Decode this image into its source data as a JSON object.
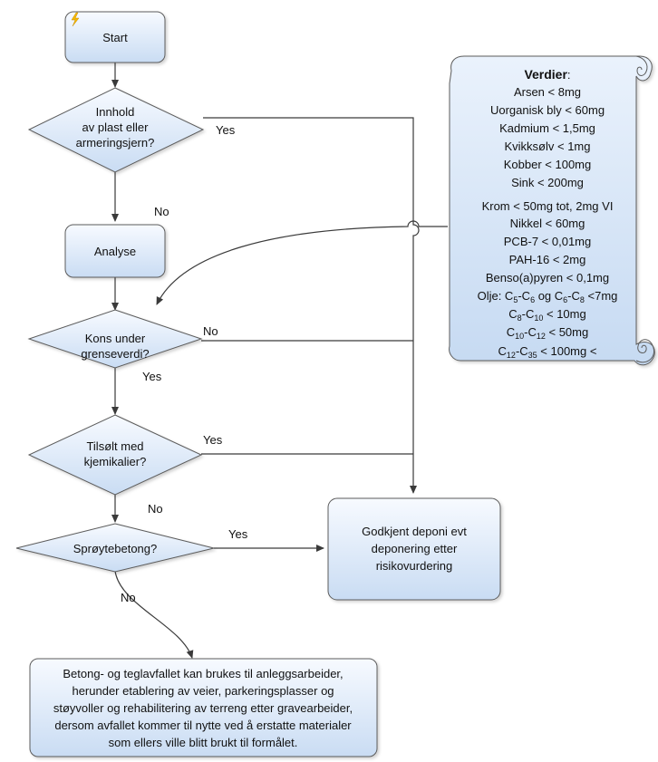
{
  "colors": {
    "shape_fill_top": "#f7faff",
    "shape_fill_bottom": "#c9dcf3",
    "shape_stroke": "#5c5c5c",
    "connector": "#3a3a3a",
    "start_icon": "#f5b800"
  },
  "nodes": {
    "start": {
      "label": "Start",
      "icon": "lightning-icon"
    },
    "plast": {
      "lines": [
        "Innhold",
        "av plast eller",
        "armeringsjern?"
      ]
    },
    "analyse": {
      "label": "Analyse"
    },
    "kons": {
      "lines": [
        "Kons under",
        "grenseverdi?"
      ]
    },
    "tilsolt": {
      "lines": [
        "Tilsølt med",
        "kjemikalier?"
      ]
    },
    "sproyte": {
      "label": "Sprøytebetong?"
    },
    "godkjent": {
      "lines": [
        "Godkjent deponi evt",
        "deponering etter",
        "risikovurdering"
      ]
    },
    "bottom": {
      "lines": [
        "Betong- og teglavfallet kan brukes til anleggsarbeider,",
        "herunder etablering av veier, parkeringsplasser og",
        "støyvoller og rehabilitering av terreng etter gravearbeider,",
        "dersom avfallet kommer til nytte ved å erstatte materialer",
        "som ellers ville blitt brukt til formålet."
      ]
    }
  },
  "edges": {
    "plast_yes": "Yes",
    "plast_no": "No",
    "kons_no": "No",
    "kons_yes": "Yes",
    "tilsolt_yes": "Yes",
    "tilsolt_no": "No",
    "sproyte_yes": "Yes",
    "sproyte_no": "No"
  },
  "scroll": {
    "title": "Verdier",
    "title_suffix": ":",
    "lines": [
      "Arsen < 8mg",
      "Uorganisk bly < 60mg",
      "Kadmium < 1,5mg",
      "Kvikksølv < 1mg",
      "Kobber < 100mg",
      "Sink < 200mg",
      "Krom < 50mg tot, 2mg VI",
      "Nikkel < 60mg",
      "PCB-7 < 0,01mg",
      "PAH-16 < 2mg",
      "Benso(a)pyren < 0,1mg"
    ],
    "olje": {
      "a": "Olje: C",
      "s1": "5",
      "b": "-C",
      "s2": "6",
      "c": " og C",
      "s3": "6",
      "d": "-C",
      "s4": "8",
      "e": " <7mg"
    },
    "c8": {
      "a": "C",
      "s1": "8",
      "b": "-C",
      "s2": "10",
      "c": " < 10mg"
    },
    "c10": {
      "a": "C",
      "s1": "10",
      "b": "-C",
      "s2": "12",
      "c": " < 50mg"
    },
    "c12": {
      "a": "C",
      "s1": "12",
      "b": "-C",
      "s2": "35",
      "c": " < 100mg <"
    }
  }
}
